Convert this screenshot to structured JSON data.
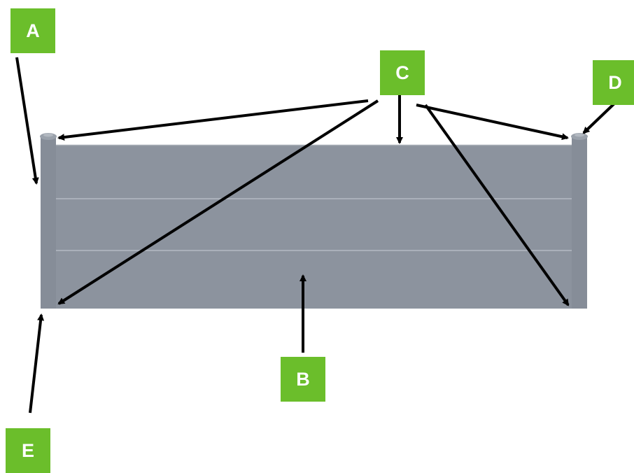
{
  "colors": {
    "label_background": "#6bbe2b",
    "label_text": "#ffffff",
    "fence_panel": "#8c939e",
    "fence_post": "#868d98",
    "post_cap": "#9aa1ab",
    "board_seam": "#b4bac3",
    "arrow": "#000000"
  },
  "labels": {
    "a": "A",
    "b": "B",
    "c": "C",
    "d": "D",
    "e": "E"
  }
}
